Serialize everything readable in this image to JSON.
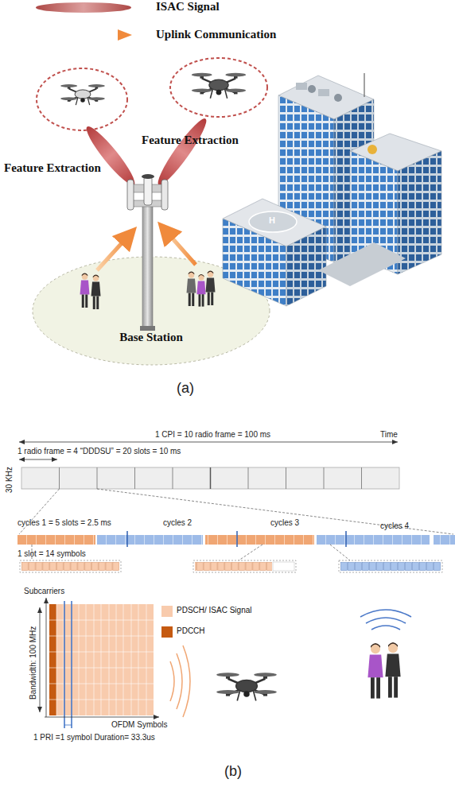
{
  "diagram": {
    "nodes": [
      {
        "text": [
          "Feature Extraction"
        ]
      },
      {
        "text": [
          "Feature Extraction"
        ]
      },
      {
        "text": [
          "Base Station"
        ]
      }
    ],
    "labels": [
      "H",
      "(a)",
      "1 CPI = 10 radio frame = 100 ms",
      "Time",
      "1 radio frame = 4 “DDDSU” = 20 slots = 10 ms",
      "30 KHz",
      "cycles 1 = 5 slots = 2.5 ms",
      "cycles 2",
      "cycles 3",
      "cycles 4",
      "1 slot = 14 symbols",
      "Subcarriers",
      "Bandwidth: 100 MHz",
      "OFDM Symbols",
      "1 PRI =1 symbol Duration= 33.3us",
      "(b)"
    ],
    "legend": [
      {
        "text": "ISAC Signal",
        "color": "#c0504d"
      },
      {
        "text": "Uplink Communication"
      },
      {
        "text": "PDSCH/ ISAC Signal",
        "color": "#f8cbad"
      },
      {
        "text": "PDCCH",
        "color": "#c55a11"
      }
    ]
  }
}
